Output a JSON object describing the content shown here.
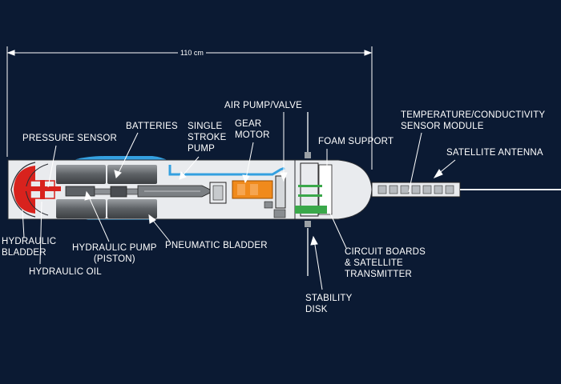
{
  "dimension_label": "110 cm",
  "labels": {
    "pressure_sensor": "PRESSURE SENSOR",
    "batteries": "BATTERIES",
    "single_stroke_pump": [
      "SINGLE",
      "STROKE",
      "PUMP"
    ],
    "air_pump_valve": "AIR PUMP/VALVE",
    "gear_motor": [
      "GEAR",
      "MOTOR"
    ],
    "foam_support": "FOAM SUPPORT",
    "temp_cond_module": [
      "TEMPERATURE/CONDUCTIVITY",
      "SENSOR MODULE"
    ],
    "satellite_antenna": "SATELLITE ANTENNA",
    "hydraulic_bladder": [
      "HYDRAULIC",
      "BLADDER"
    ],
    "hydraulic_oil": "HYDRAULIC OIL",
    "hydraulic_pump": [
      "HYDRAULIC PUMP",
      "(PISTON)"
    ],
    "pneumatic_bladder": "PNEUMATIC BLADDER",
    "circuit_boards": [
      "CIRCUIT BOARDS",
      "& SATELLITE",
      "TRANSMITTER"
    ],
    "stability_disk": [
      "STABILITY",
      "DISK"
    ]
  },
  "colors": {
    "background": "#0b1a33",
    "hull": "#e9ebee",
    "hydraulic_bladder": "#d8221d",
    "pneumatic_bladder": "#34a0e0",
    "gear_motor": "#f08a1c",
    "circuit_board": "#3aa84a",
    "battery": "#6f7377",
    "leader_line": "#ffffff"
  }
}
